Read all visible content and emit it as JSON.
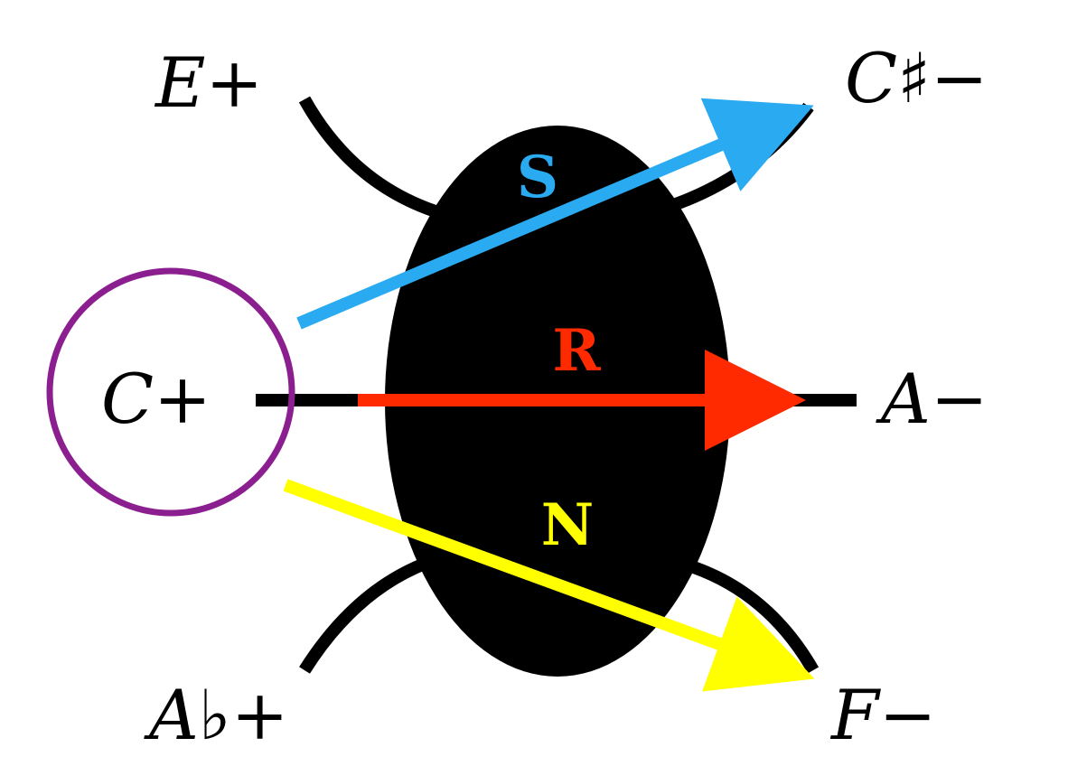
{
  "diagram": {
    "nodes": {
      "top_left": "E+",
      "top_right": "C♯−",
      "center_left": "C+",
      "center_right": "A−",
      "bottom_left": "A♭+",
      "bottom_right": "F−"
    },
    "operations": {
      "S": {
        "label": "S",
        "color": "#2aaaf0",
        "from": "C+",
        "to": "C♯−"
      },
      "R": {
        "label": "R",
        "color": "#ff2a00",
        "from": "C+",
        "to": "A−"
      },
      "N": {
        "label": "N",
        "color": "#ffff00",
        "from": "C+",
        "to": "F−"
      }
    },
    "highlight_color": "#8b1f8f",
    "ellipse_color": "#000000"
  }
}
